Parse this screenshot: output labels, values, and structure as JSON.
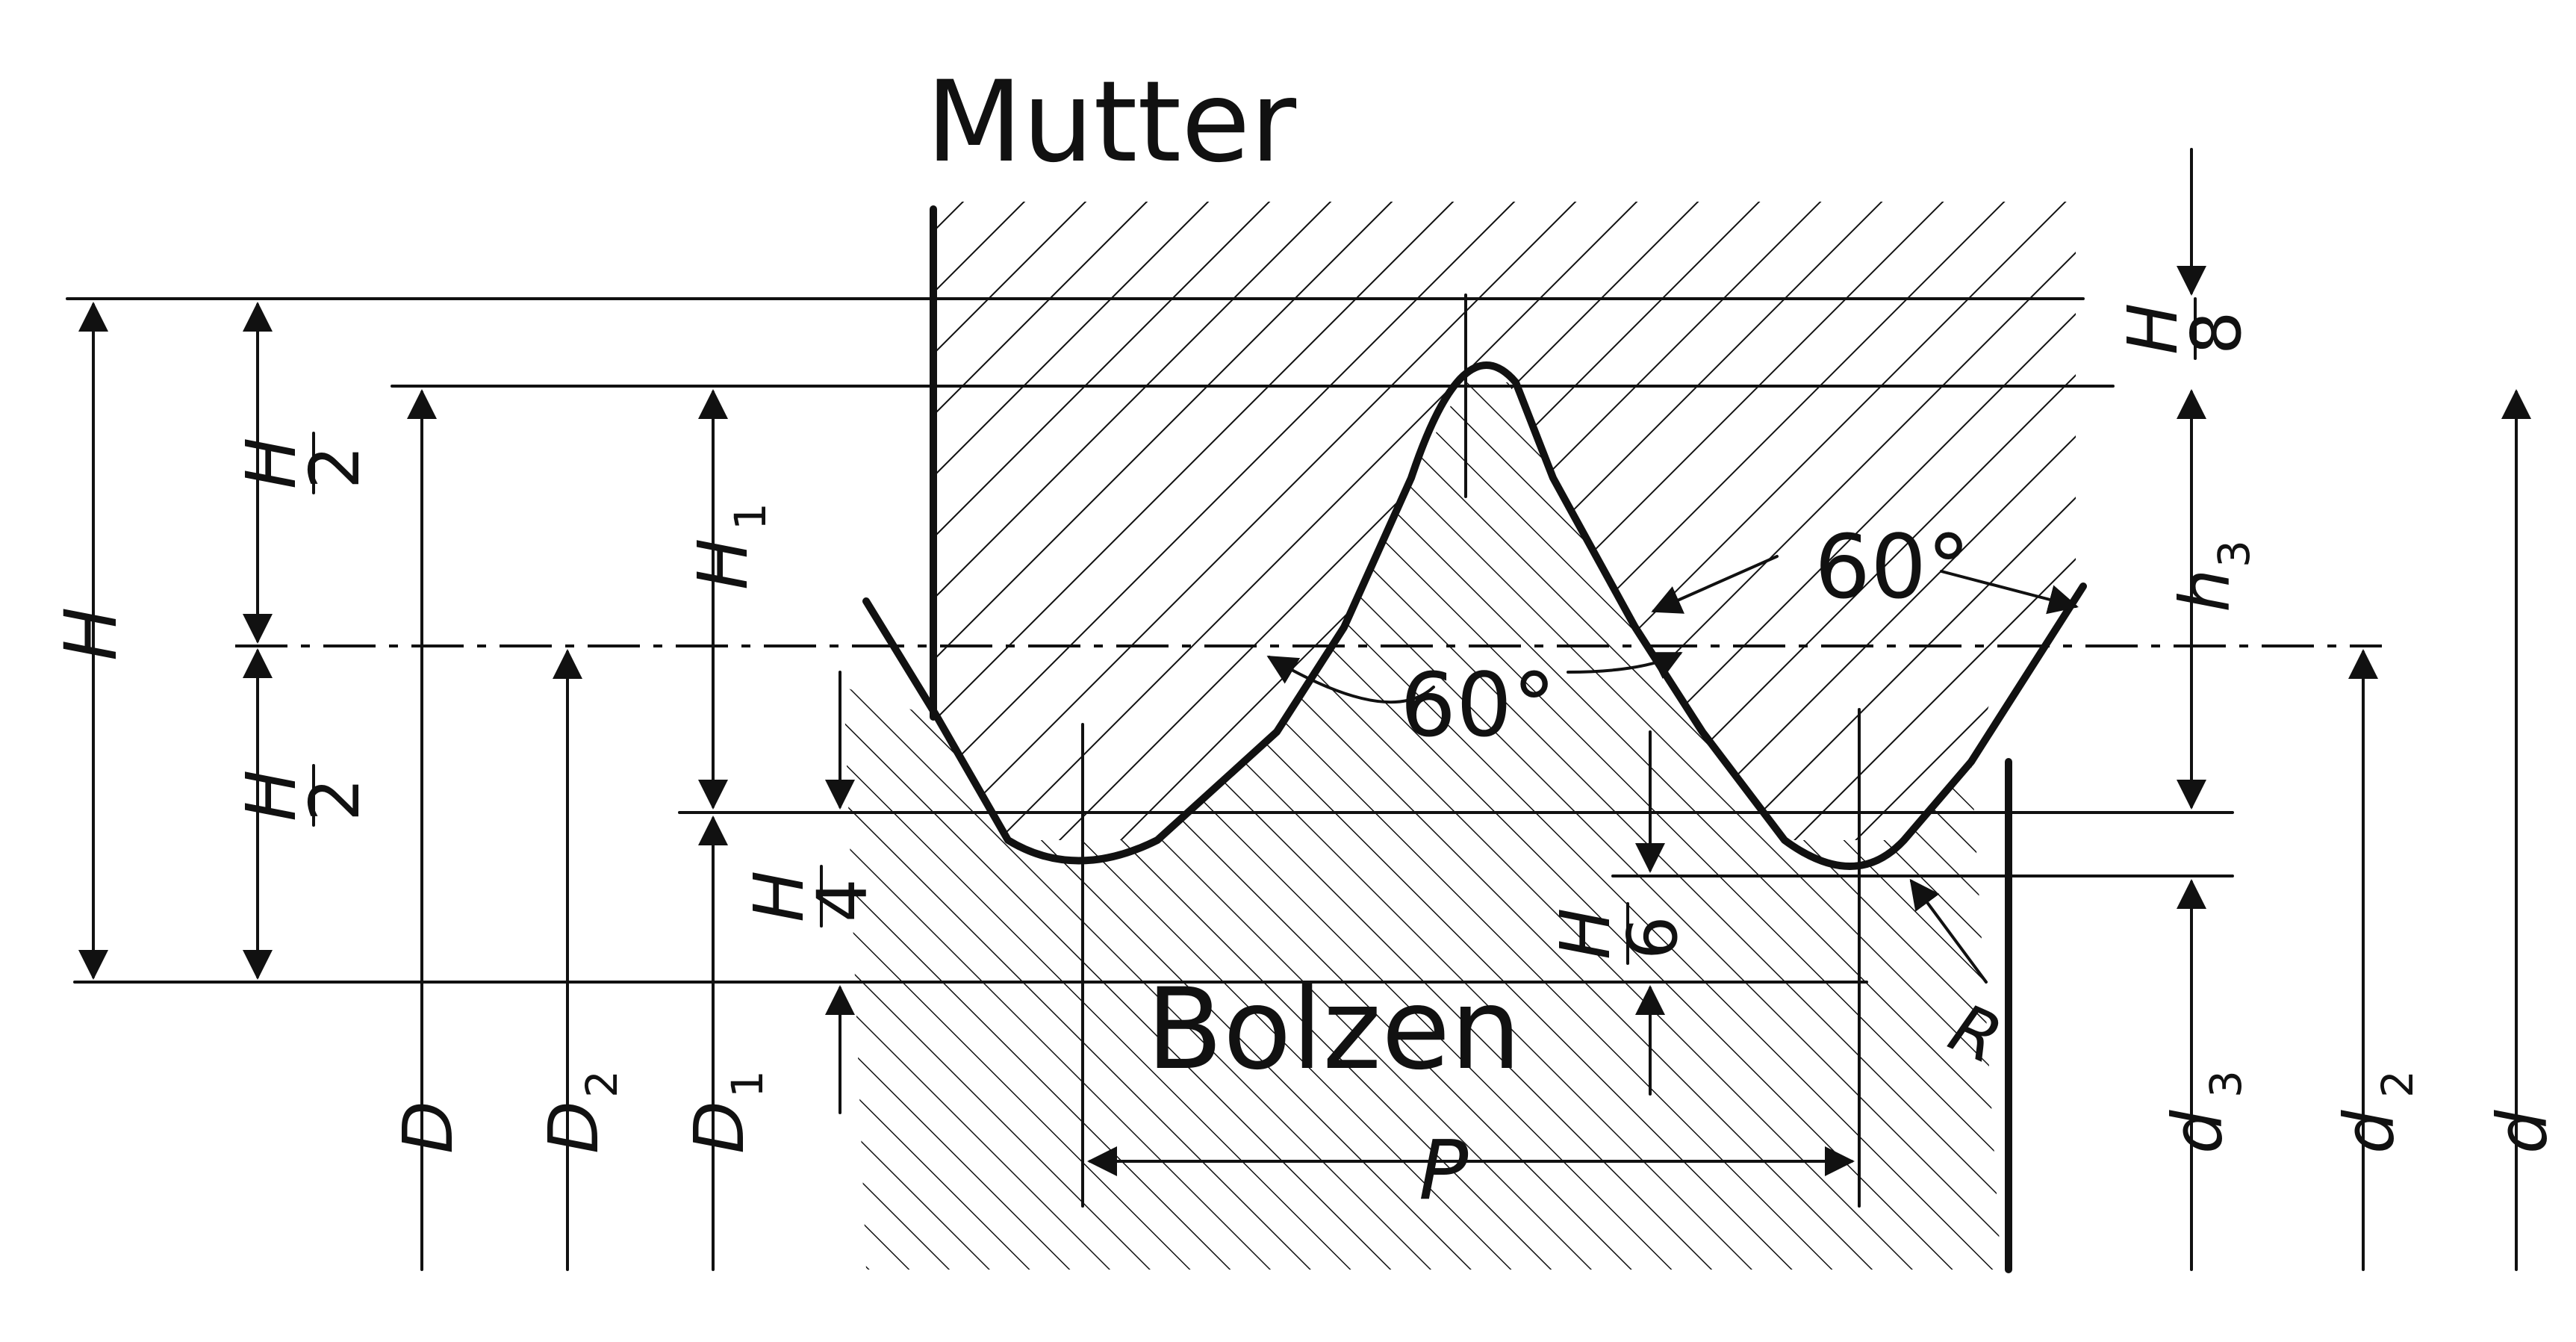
{
  "title": "Mutter",
  "bottom_label": "Bolzen",
  "angle_upper": "60°",
  "angle_middle": "60°",
  "labels": {
    "H": "H",
    "H_half_top_num": "H",
    "H_half_top_den": "2",
    "H_half_bottom_num": "H",
    "H_half_bottom_den": "2",
    "H1": "H",
    "H1_sub": "1",
    "H_quarter_num": "H",
    "H_quarter_den": "4",
    "H_sixth_num": "H",
    "H_sixth_den": "6",
    "H_eighth_num": "H",
    "H_eighth_den": "8",
    "h3": "h",
    "h3_sub": "3",
    "D": "D",
    "D2": "D",
    "D2_sub": "2",
    "D1": "D",
    "D1_sub": "1",
    "d3": "d",
    "d3_sub": "3",
    "d2": "d",
    "d2_sub": "2",
    "d": "d",
    "P": "P",
    "R": "R"
  },
  "colors": {
    "ink": "#111111",
    "background": "#ffffff"
  }
}
